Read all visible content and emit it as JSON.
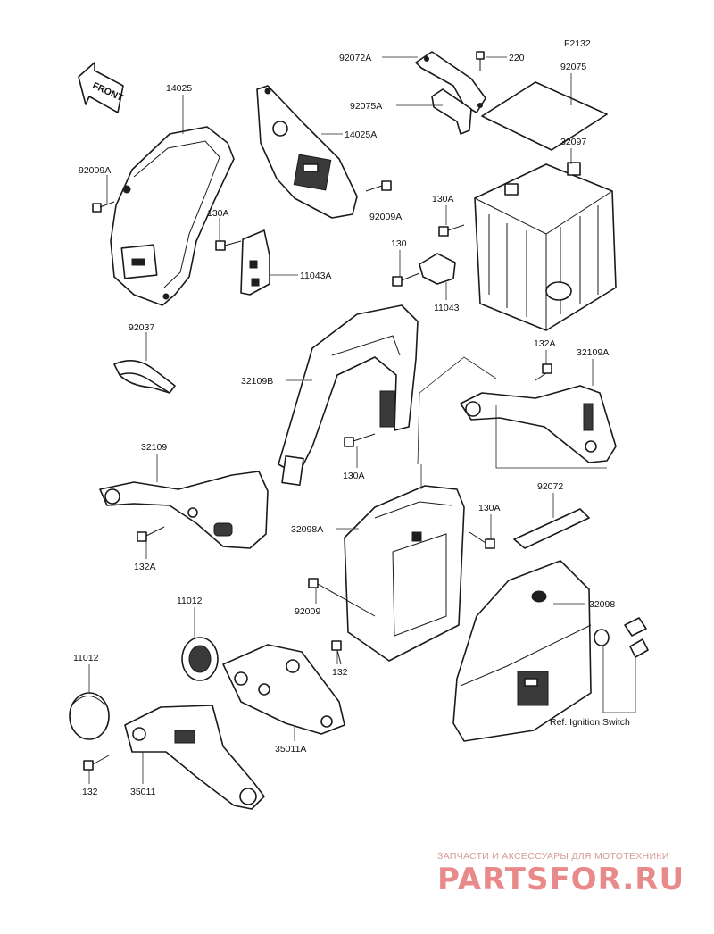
{
  "diagram": {
    "figure_code": "F2132",
    "front_arrow": "FRONT",
    "reference_note": "Ref. Ignition Switch",
    "labels": {
      "p14025": "14025",
      "p92009a_left": "92009A",
      "p130a_left": "130A",
      "p11043a": "11043A",
      "p92037": "92037",
      "p14025a": "14025A",
      "p92009a_mid": "92009A",
      "p92072a": "92072A",
      "p220": "220",
      "p92075a": "92075A",
      "p92075": "92075",
      "p32097": "32097",
      "p130a_box": "130A",
      "p130": "130",
      "p11043": "11043",
      "p32109b": "32109B",
      "p130a_frame": "130A",
      "p132a_right": "132A",
      "p32109a": "32109A",
      "p32109": "32109",
      "p132a_left": "132A",
      "p32098a": "32098A",
      "p130a_case": "130A",
      "p92072": "92072",
      "p92009": "92009",
      "p11012_upper": "11012",
      "p11012_lower": "11012",
      "p132_mid": "132",
      "p32098": "32098",
      "p35011a": "35011A",
      "p132_low": "132",
      "p35011": "35011"
    }
  },
  "watermark": {
    "tagline": "ЗАПЧАСТИ И АКСЕССУАРЫ ДЛЯ МОТОТЕХНИКИ",
    "logo": "PARTSFOR.RU",
    "color": "#e88a8a"
  }
}
